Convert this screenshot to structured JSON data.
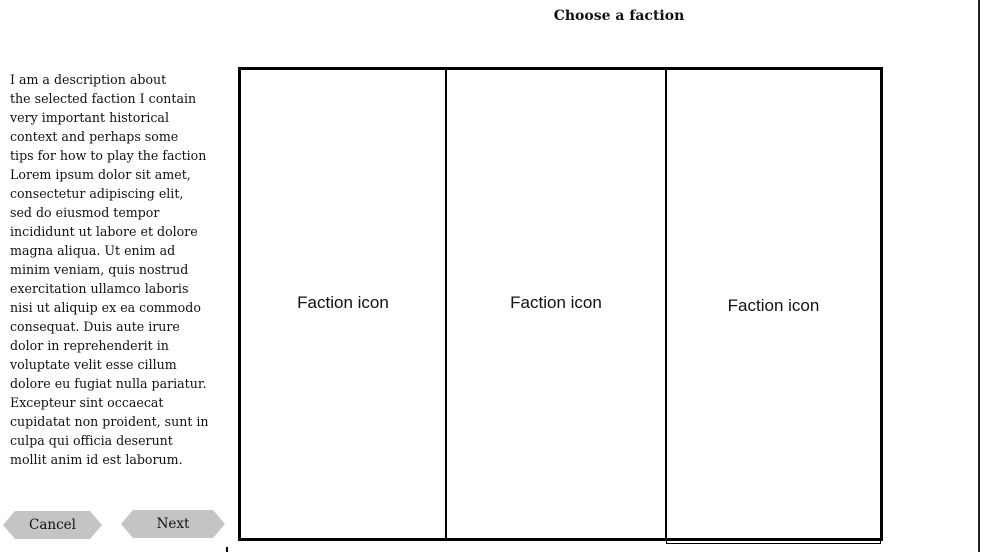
{
  "header": {
    "title": "Choose a faction"
  },
  "description": {
    "text": "I am a  description about\nthe selected faction I contain\nvery important historical\ncontext and perhaps some\ntips for how to play the faction\nLorem ipsum dolor sit amet,\nconsectetur adipiscing elit,\nsed do eiusmod  tempor\nincididunt ut labore et dolore\nmagna aliqua. Ut enim ad\nminim  veniam, quis nostrud\nexercitation ullamco laboris\nnisi ut aliquip ex ea  commodo\nconsequat. Duis aute irure\ndolor in reprehenderit in\nvoluptate  velit esse cillum\ndolore eu fugiat nulla pariatur.\nExcepteur sint occaecat\ncupidatat non proident, sunt in\n culpa qui officia deserunt\nmollit anim id est laborum."
  },
  "factions": [
    {
      "label": "Faction icon"
    },
    {
      "label": "Faction icon"
    },
    {
      "label": "Faction icon"
    }
  ],
  "buttons": {
    "cancel_label": "Cancel",
    "next_label": "Next"
  },
  "colors": {
    "button_fill": "#c4c4c4",
    "border": "#000000",
    "background": "#ffffff"
  }
}
